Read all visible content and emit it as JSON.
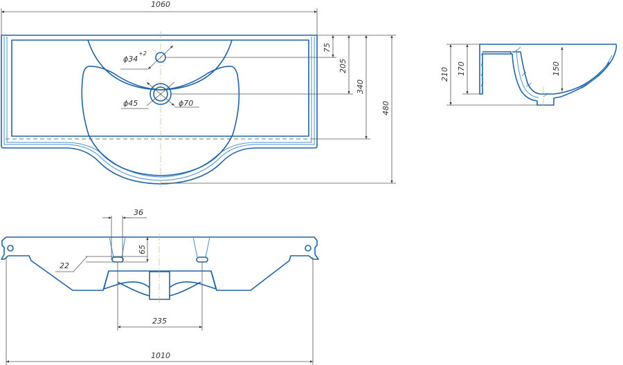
{
  "top_view": {
    "width_label": "1060",
    "faucet_hole_label": "ϕ34",
    "faucet_hole_tolerance": "+2",
    "drain_inner_label": "ϕ45",
    "drain_outer_label": "ϕ70",
    "dim_faucet": "75",
    "dim_drain": "205",
    "dim_counter_depth": "340",
    "dim_total_depth": "480"
  },
  "side_view": {
    "dim_total_height": "210",
    "dim_wall_height": "170",
    "dim_bowl_depth": "150"
  },
  "front_view": {
    "dim_overflow_width": "36",
    "dim_overflow_height": "65",
    "dim_overflow_slot": "22",
    "dim_overflow_spacing": "235",
    "dim_total_width": "1010"
  }
}
